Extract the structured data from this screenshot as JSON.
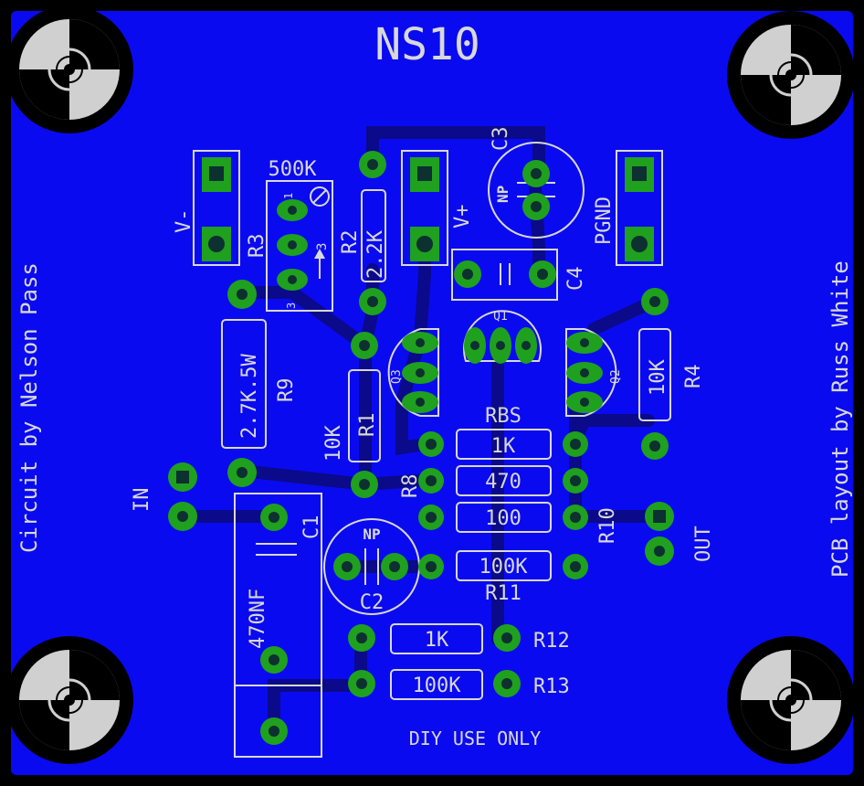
{
  "board": {
    "title": "NS10",
    "left_credit": "Circuit by Nelson Pass",
    "right_credit": "PCB layout by Russ White",
    "footer": "DIY USE ONLY"
  },
  "connectors": {
    "v_minus": "V-",
    "v_plus": "V+",
    "pgnd": "PGND",
    "in": "IN",
    "out": "OUT"
  },
  "components": {
    "r3_label": "R3",
    "r3_value": "500K",
    "r3_pin1": "1",
    "r3_pin3": "3",
    "r3_pin3b": "3",
    "r2_label": "R2",
    "r2_value": "2.2K",
    "c3_label": "C3",
    "c3_np": "NP",
    "c4_label": "C4",
    "q1_label": "Q1",
    "q2_label": "Q2",
    "q3_label": "Q3",
    "r4_label": "R4",
    "r4_value": "10K",
    "r9_label": "R9",
    "r9_value": "2.7K.5W",
    "r1_label": "R1",
    "r1_value": "10K",
    "rbs_label": "RBS",
    "rbs_value": "1K",
    "r8_label": "R8",
    "r8_value": "470",
    "r10_label": "R10",
    "r10_value": "100",
    "r11_label": "R11",
    "r11_value": "100K",
    "c1_label": "C1",
    "c1_value": "470NF",
    "c2_label": "C2",
    "c2_np": "NP",
    "r12_label": "R12",
    "r12_value": "1K",
    "r13_label": "R13",
    "r13_value": "100K"
  },
  "colors": {
    "board": "#0a0af0",
    "outline": "#000000",
    "pad": "#1fa01f",
    "silkscreen": "#d8d8d8"
  }
}
